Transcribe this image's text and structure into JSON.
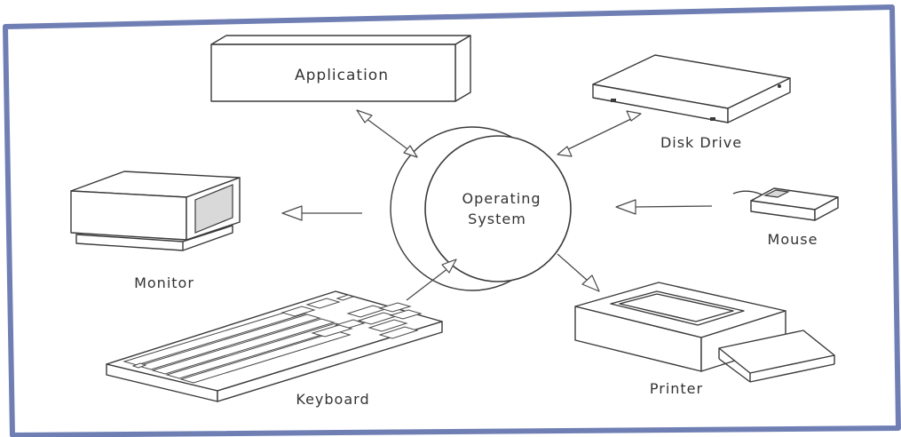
{
  "frame_color": "#6f7fb4",
  "center": {
    "label_line1": "Operating",
    "label_line2": "System"
  },
  "devices": {
    "application": "Application",
    "disk_drive": "Disk Drive",
    "monitor": "Monitor",
    "mouse": "Mouse",
    "keyboard": "Keyboard",
    "printer": "Printer"
  },
  "connections": [
    {
      "device": "Application",
      "direction": "both"
    },
    {
      "device": "Disk Drive",
      "direction": "both"
    },
    {
      "device": "Monitor",
      "direction": "from-os"
    },
    {
      "device": "Mouse",
      "direction": "to-os"
    },
    {
      "device": "Keyboard",
      "direction": "to-os"
    },
    {
      "device": "Printer",
      "direction": "from-os"
    }
  ]
}
